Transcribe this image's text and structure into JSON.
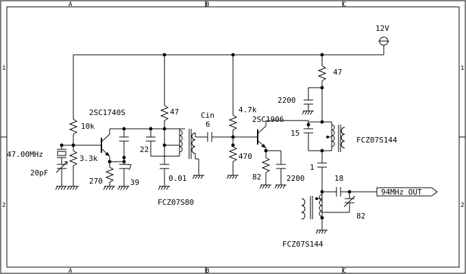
{
  "zones": {
    "top": [
      "A",
      "B",
      "C"
    ],
    "bottom": [
      "A",
      "B",
      "C"
    ],
    "left": [
      "1",
      "2"
    ],
    "right": [
      "1",
      "2"
    ]
  },
  "supply": {
    "label": "12V"
  },
  "stage1": {
    "transistor": "2SC1740S",
    "crystal": "47.00MHz",
    "bias_upper": "10k",
    "bias_lower": "3.3k",
    "trim_cap": "20pF",
    "emitter_res": "270",
    "emitter_cap": "39",
    "feedback_cap": "7",
    "collector_res": "47",
    "tank_cap": "22",
    "bypass_cap": "0.01",
    "coil": "FCZ07S80"
  },
  "coupling": {
    "name": "Cin",
    "value": "6"
  },
  "stage2": {
    "transistor": "2SC1906",
    "bias_upper": "4.7k",
    "bias_lower": "470",
    "emitter_res": "82",
    "emitter_cap": "2200",
    "supply_res": "47",
    "decoupling_cap": "2200",
    "tank_cap": "15",
    "coil1": "FCZ07S144",
    "link_cap": "1",
    "out_cap": "18",
    "out_trim": "82",
    "coil2": "FCZ07S144"
  },
  "output": {
    "label": "94MHz OUT"
  }
}
